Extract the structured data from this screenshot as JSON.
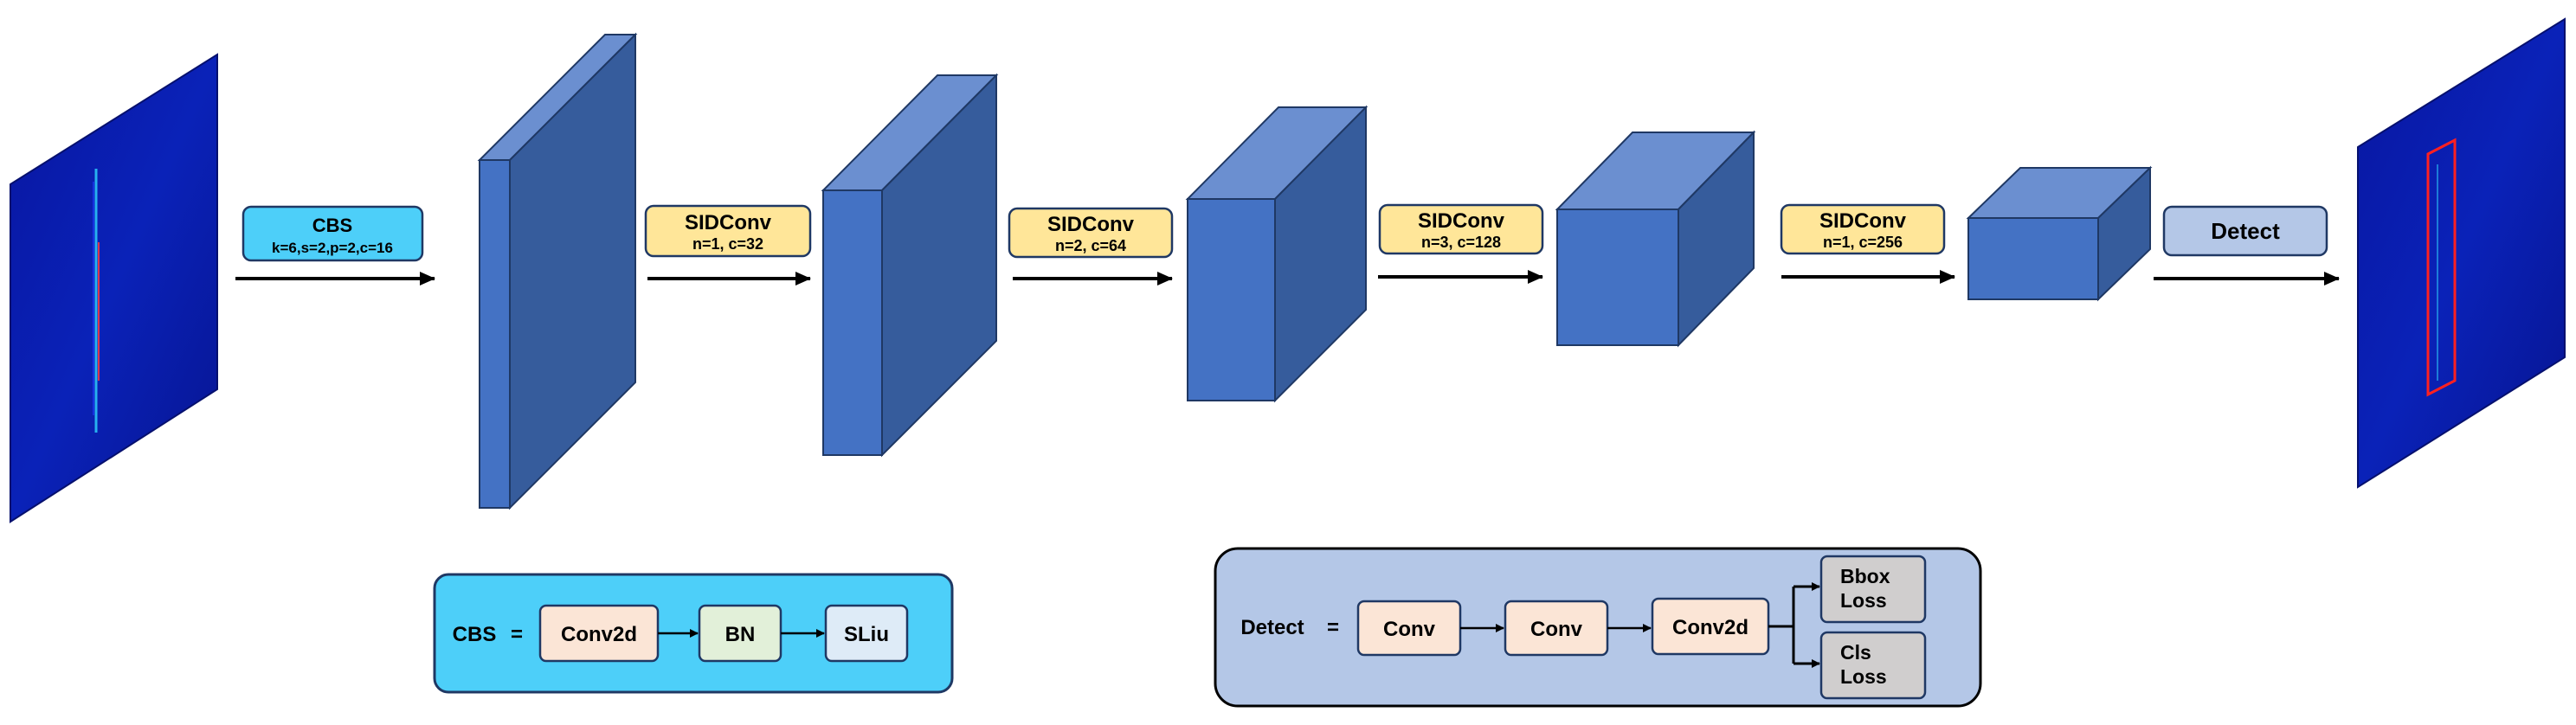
{
  "colors": {
    "cube_front": "#4472c4",
    "cube_top": "#6b8fd0",
    "cube_side": "#365c9c",
    "cube_stroke": "#1f3864",
    "cbs_fill": "#4dcff9",
    "sidconv_fill": "#ffe699",
    "detect_fill": "#b4c7e7",
    "conv_fill": "#fbe5d6",
    "bn_fill": "#e2f0d9",
    "sliu_fill": "#deebf7",
    "loss_fill": "#d0cece",
    "spectrogram_bg": "#0a1aa8",
    "bbox_red": "#ff2020"
  },
  "pipeline": [
    {
      "title": "CBS",
      "params": "k=6,s=2,p=2,c=16",
      "style": "cbs"
    },
    {
      "title": "SIDConv",
      "params": "n=1, c=32",
      "style": "sidconv"
    },
    {
      "title": "SIDConv",
      "params": "n=2, c=64",
      "style": "sidconv"
    },
    {
      "title": "SIDConv",
      "params": "n=3, c=128",
      "style": "sidconv"
    },
    {
      "title": "SIDConv",
      "params": "n=1, c=256",
      "style": "sidconv"
    },
    {
      "title": "Detect",
      "params": "",
      "style": "detect"
    }
  ],
  "cbs_legend": {
    "label": "CBS",
    "equals": "=",
    "blocks": [
      "Conv2d",
      "BN",
      "SLiu"
    ]
  },
  "detect_legend": {
    "label": "Detect",
    "equals": "=",
    "blocks": [
      "Conv",
      "Conv",
      "Conv2d"
    ],
    "outputs": [
      {
        "line1": "Bbox",
        "line2": "Loss"
      },
      {
        "line1": "Cls",
        "line2": "Loss"
      }
    ]
  }
}
